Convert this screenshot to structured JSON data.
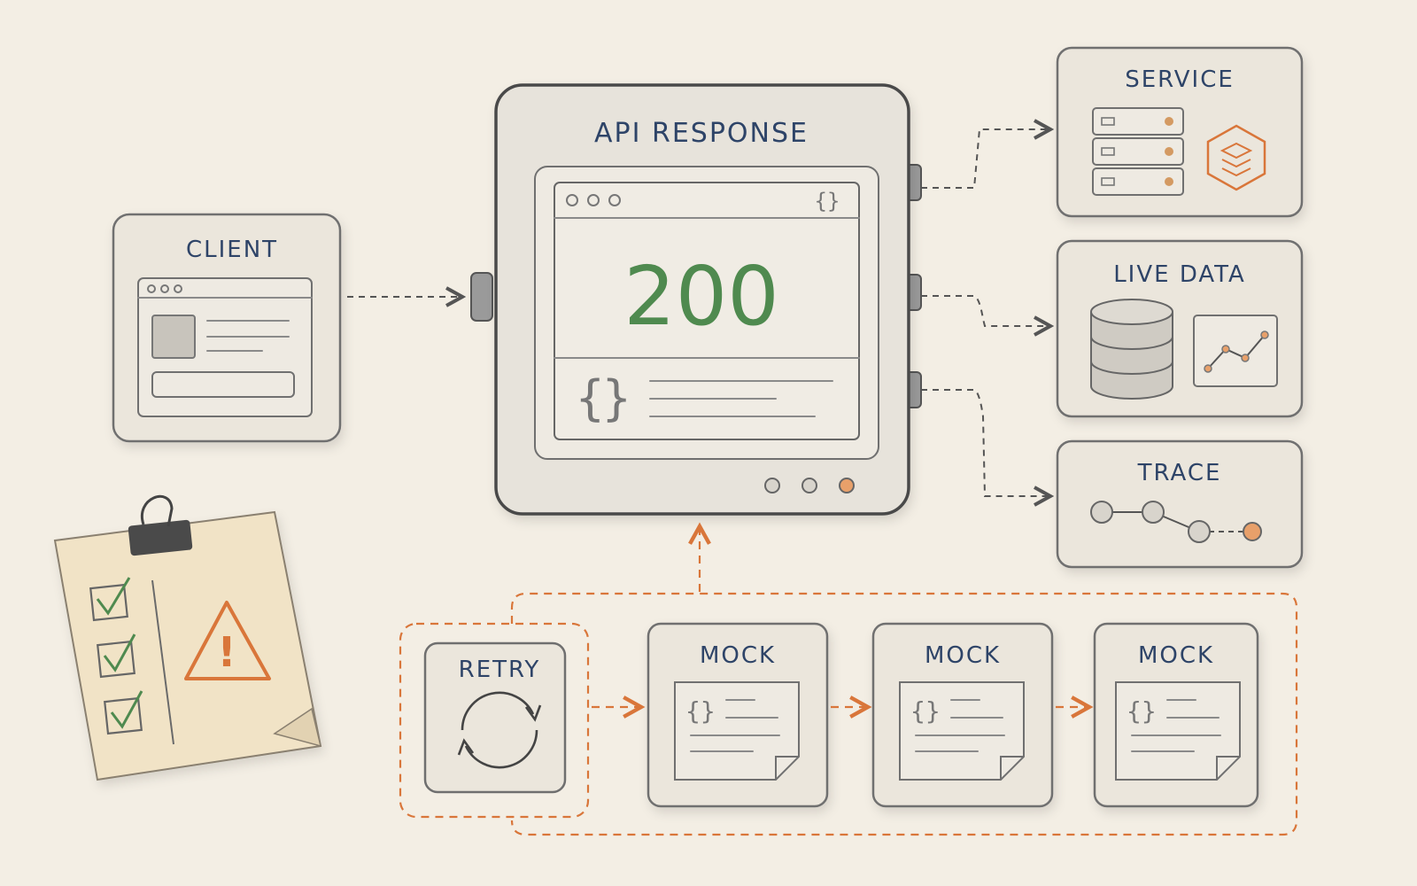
{
  "labels": {
    "client": "CLIENT",
    "api_response": "API RESPONSE",
    "status_code": "200",
    "service": "SERVICE",
    "live_data": "LIVE DATA",
    "trace": "TRACE",
    "retry": "RETRY",
    "mock_1": "MOCK",
    "mock_2": "MOCK",
    "mock_3": "MOCK",
    "brace_symbol": "{}",
    "brace_open": "{",
    "brace_close": "}",
    "warning_symbol": "!"
  },
  "colors": {
    "background": "#f3eee4",
    "ink_blue": "#2e4468",
    "status_green": "#4f8a4f",
    "accent_orange": "#d9763a",
    "check_green": "#4f8a4f",
    "note_paper": "#f1e3c6"
  },
  "icons": [
    "browser-window-icon",
    "server-rack-icon",
    "layers-hexagon-icon",
    "database-icon",
    "line-chart-icon",
    "trace-nodes-icon",
    "refresh-cycle-icon",
    "json-document-icon",
    "binder-clip-icon",
    "checkbox-checked-icon",
    "warning-triangle-icon"
  ]
}
